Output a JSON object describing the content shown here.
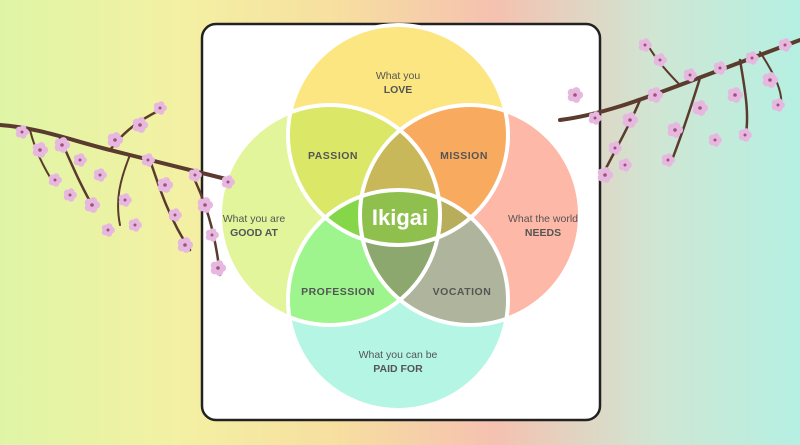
{
  "diagram": {
    "love": {
      "line1": "What you",
      "line2": "LOVE"
    },
    "good_at": {
      "line1": "What you are",
      "line2": "GOOD AT"
    },
    "world_needs": {
      "line1": "What the world",
      "line2": "NEEDS"
    },
    "paid_for": {
      "line1": "What you can be",
      "line2": "PAID FOR"
    },
    "passion": "PASSION",
    "mission": "MISSION",
    "profession": "PROFESSION",
    "vocation": "VOCATION",
    "center": "Ikigai"
  },
  "colors": {
    "love": "#fbe681",
    "good_at": "#e2f59a",
    "world_needs": "#fdb8a8",
    "paid_for": "#b4f5e3",
    "passion": "#dbe766",
    "mission": "#f8ab5e",
    "profession": "#9ef58d",
    "vocation": "#aeb59c",
    "center": "#8fc04e",
    "stroke": "#ffffff",
    "panel_border": "#222222",
    "blossom": "#e7b8df",
    "branch": "#5a3b2e"
  }
}
